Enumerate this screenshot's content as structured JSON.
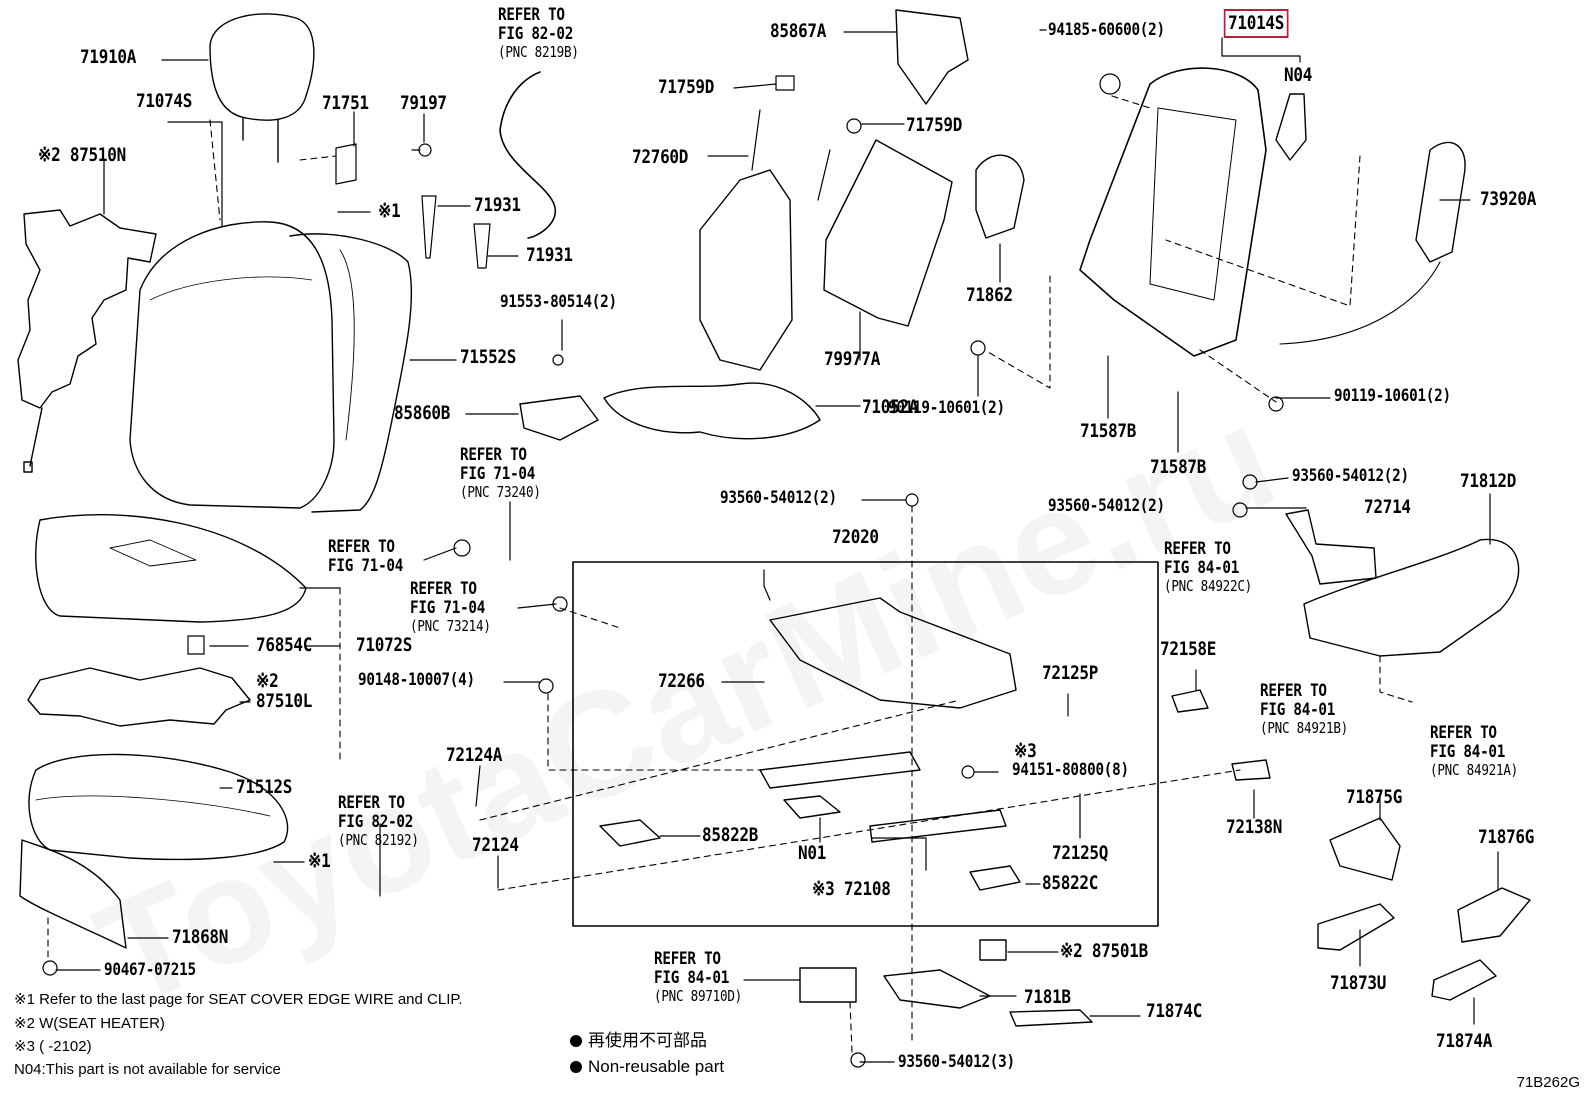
{
  "watermark": "ToyotaCarMine.ru",
  "figure_code": "71B262G",
  "highlight_color": "#b0213a",
  "parts": [
    {
      "id": "p71910A",
      "text": "71910A"
    },
    {
      "id": "p71074S",
      "text": "71074S"
    },
    {
      "id": "p87510N",
      "text": "※2 87510N"
    },
    {
      "id": "p71751",
      "text": "71751"
    },
    {
      "id": "p79197",
      "text": "79197"
    },
    {
      "id": "p71931a",
      "text": "71931"
    },
    {
      "id": "p71931b",
      "text": "71931"
    },
    {
      "id": "pX1a",
      "text": "※1"
    },
    {
      "id": "p71552S",
      "text": "71552S"
    },
    {
      "id": "p91553",
      "text": "91553-80514(2)"
    },
    {
      "id": "p85860B",
      "text": "85860B"
    },
    {
      "id": "p71052A",
      "text": "71052A"
    },
    {
      "id": "p85867A",
      "text": "85867A"
    },
    {
      "id": "p71759D1",
      "text": "71759D"
    },
    {
      "id": "p71759D2",
      "text": "71759D"
    },
    {
      "id": "p72760D",
      "text": "72760D"
    },
    {
      "id": "p79977A",
      "text": "79977A"
    },
    {
      "id": "p71862",
      "text": "71862"
    },
    {
      "id": "p94185",
      "text": "94185-60600(2)"
    },
    {
      "id": "p71014S",
      "text": "71014S"
    },
    {
      "id": "pN04",
      "text": "N04"
    },
    {
      "id": "p73920A",
      "text": "73920A"
    },
    {
      "id": "p90119a",
      "text": "90119-10601(2)"
    },
    {
      "id": "p90119b",
      "text": "90119-10601(2)"
    },
    {
      "id": "p71587B1",
      "text": "71587B"
    },
    {
      "id": "p71587B2",
      "text": "71587B"
    },
    {
      "id": "p93560a",
      "text": "93560-54012(2)"
    },
    {
      "id": "p93560b",
      "text": "93560-54012(2)"
    },
    {
      "id": "p93560c",
      "text": "93560-54012(2)"
    },
    {
      "id": "p72714",
      "text": "72714"
    },
    {
      "id": "p71812D",
      "text": "71812D"
    },
    {
      "id": "p72020",
      "text": "72020"
    },
    {
      "id": "p71072S",
      "text": "71072S"
    },
    {
      "id": "p76854C",
      "text": "76854C"
    },
    {
      "id": "p87510L",
      "text": "87510L"
    },
    {
      "id": "pX2",
      "text": "※2"
    },
    {
      "id": "p90148",
      "text": "90148-10007(4)"
    },
    {
      "id": "p72266",
      "text": "72266"
    },
    {
      "id": "p72125P",
      "text": "72125P"
    },
    {
      "id": "p72158E",
      "text": "72158E"
    },
    {
      "id": "pX3a",
      "text": "※3"
    },
    {
      "id": "p94151",
      "text": "94151-80800(8)"
    },
    {
      "id": "p72124A",
      "text": "72124A"
    },
    {
      "id": "p71512S",
      "text": "71512S"
    },
    {
      "id": "p85822B",
      "text": "85822B"
    },
    {
      "id": "pN01",
      "text": "N01"
    },
    {
      "id": "p72125Q",
      "text": "72125Q"
    },
    {
      "id": "p72124",
      "text": "72124"
    },
    {
      "id": "pX1b",
      "text": "※1"
    },
    {
      "id": "p72108",
      "text": "※3 72108"
    },
    {
      "id": "p85822C",
      "text": "85822C"
    },
    {
      "id": "p72138N",
      "text": "72138N"
    },
    {
      "id": "p71875G",
      "text": "71875G"
    },
    {
      "id": "p71876G",
      "text": "71876G"
    },
    {
      "id": "p71868N",
      "text": "71868N"
    },
    {
      "id": "p90467",
      "text": "90467-07215"
    },
    {
      "id": "p87501B",
      "text": "※2 87501B"
    },
    {
      "id": "p7181B",
      "text": "7181B"
    },
    {
      "id": "p71874C",
      "text": "71874C"
    },
    {
      "id": "p71873U",
      "text": "71873U"
    },
    {
      "id": "p71874A",
      "text": "71874A"
    },
    {
      "id": "p93560d",
      "text": "93560-54012(3)"
    }
  ],
  "refs": [
    {
      "id": "r8202a",
      "lines": [
        "REFER TO",
        "FIG 82-02"
      ],
      "pnc": "(PNC 8219B)"
    },
    {
      "id": "r7104a",
      "lines": [
        "REFER TO",
        "FIG 71-04"
      ],
      "pnc": "(PNC 73240)"
    },
    {
      "id": "r7104b",
      "lines": [
        "REFER TO",
        "FIG 71-04"
      ],
      "pnc": ""
    },
    {
      "id": "r7104c",
      "lines": [
        "REFER TO",
        "FIG 71-04"
      ],
      "pnc": "(PNC 73214)"
    },
    {
      "id": "r8401a",
      "lines": [
        "REFER TO",
        "FIG 84-01"
      ],
      "pnc": "(PNC 84922C)"
    },
    {
      "id": "r8401b",
      "lines": [
        "REFER TO",
        "FIG 84-01"
      ],
      "pnc": "(PNC 84921B)"
    },
    {
      "id": "r8401c",
      "lines": [
        "REFER TO",
        "FIG 84-01"
      ],
      "pnc": "(PNC 84921A)"
    },
    {
      "id": "r8202b",
      "lines": [
        "REFER TO",
        "FIG 82-02"
      ],
      "pnc": "(PNC 82192)"
    },
    {
      "id": "r8401d",
      "lines": [
        "REFER TO",
        "FIG 84-01"
      ],
      "pnc": "(PNC 89710D)"
    }
  ],
  "notes": [
    "※1 Refer to the last page for SEAT COVER EDGE WIRE and CLIP.",
    "※2 W(SEAT HEATER)",
    "※3 (      -2102)",
    "N04:This part is not available for service"
  ],
  "legend": {
    "non_reusable_jp": "再使用不可部品",
    "non_reusable_en": "Non-reusable part"
  }
}
